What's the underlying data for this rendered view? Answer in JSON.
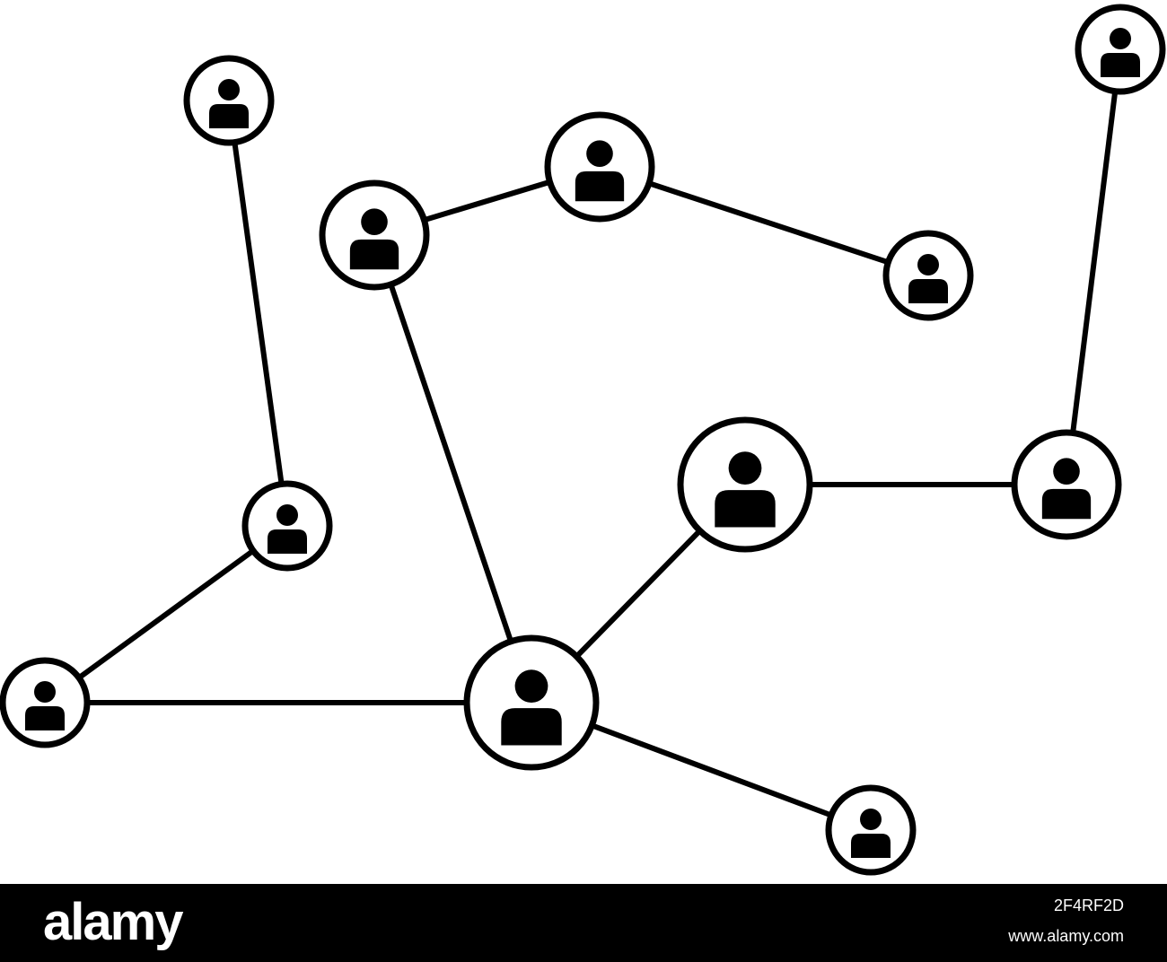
{
  "diagram": {
    "type": "people-network",
    "colors": {
      "stroke": "#000000",
      "fill": "#ffffff",
      "icon": "#000000"
    },
    "node_icon": "person-icon",
    "nodes": [
      {
        "id": "top-left-node",
        "size": "small"
      },
      {
        "id": "top-right-node",
        "size": "small"
      },
      {
        "id": "upper-center-node",
        "size": "medium"
      },
      {
        "id": "left-center-node",
        "size": "medium"
      },
      {
        "id": "right-upper-node",
        "size": "small"
      },
      {
        "id": "mid-left-node",
        "size": "small"
      },
      {
        "id": "central-right-node",
        "size": "large"
      },
      {
        "id": "right-node",
        "size": "medium"
      },
      {
        "id": "bottom-left-node",
        "size": "small"
      },
      {
        "id": "hub-node",
        "size": "large"
      },
      {
        "id": "bottom-right-node",
        "size": "small"
      }
    ],
    "edges": [
      [
        "top-left-node",
        "mid-left-node"
      ],
      [
        "mid-left-node",
        "bottom-left-node"
      ],
      [
        "bottom-left-node",
        "hub-node"
      ],
      [
        "left-center-node",
        "hub-node"
      ],
      [
        "left-center-node",
        "upper-center-node"
      ],
      [
        "upper-center-node",
        "right-upper-node"
      ],
      [
        "hub-node",
        "central-right-node"
      ],
      [
        "central-right-node",
        "right-node"
      ],
      [
        "right-node",
        "top-right-node"
      ],
      [
        "hub-node",
        "bottom-right-node"
      ]
    ]
  },
  "watermark": {
    "brand": "alamy",
    "image_id": "2F4RF2D",
    "url": "www.alamy.com",
    "bar_color": "#000000",
    "text_color": "#ffffff"
  }
}
